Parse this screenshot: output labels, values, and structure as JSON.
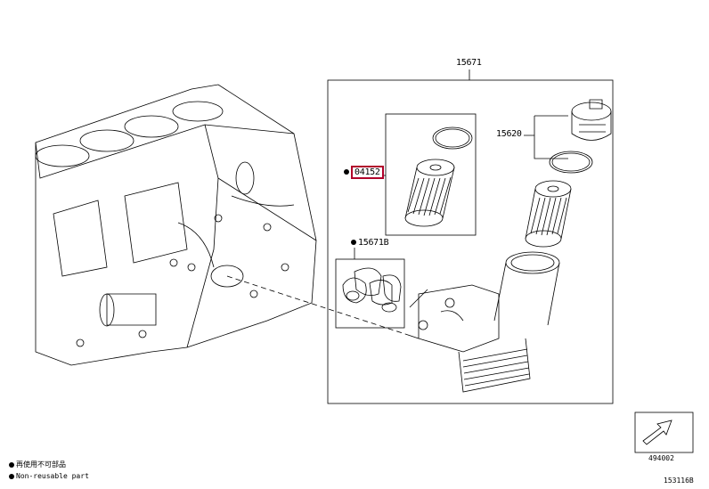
{
  "callouts": {
    "assembly": "15671",
    "filter_element": "04152",
    "cap": "15620",
    "gasket_set": "15671B"
  },
  "legend": {
    "non_reusable_jp": "再使用不可部品",
    "non_reusable_en": "Non-reusable part"
  },
  "nav_box": {
    "code": "494002"
  },
  "figure_code": "153116B",
  "colors": {
    "highlight": "#b0002a",
    "line": "#000000"
  },
  "icons": {
    "nav": "arrow-icon",
    "marker": "bullet-dot"
  }
}
